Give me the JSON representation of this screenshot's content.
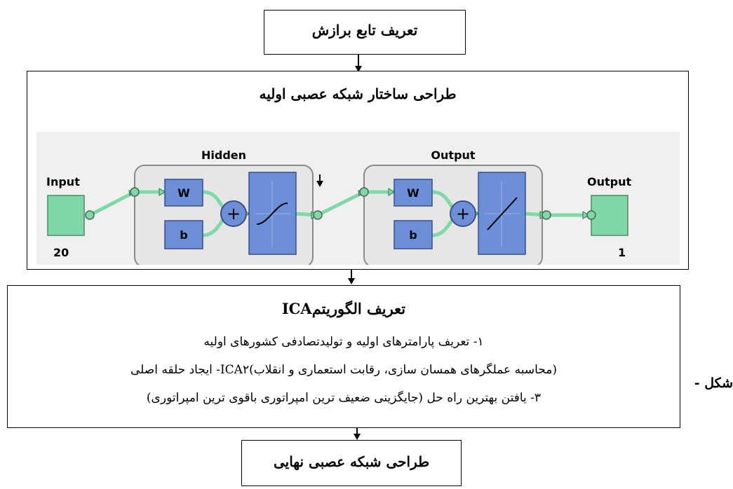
{
  "boxes": {
    "fitness": {
      "title": "تعریف تابع برازش"
    },
    "initial_nn": {
      "title": "طراحی ساختار شبکه عصبی اولیه"
    },
    "ica": {
      "title": "تعریف الگوریتمICA",
      "lines": [
        "۱- تعریف پارامترهای اولیه و تولیدتصادفی کشورهای اولیه",
        "(محاسبه عملگرهای همسان سازی، رقابت استعماری و انقلاب)ICA۲- ایجاد حلقه اصلی",
        "۳- یافتن بهترین راه حل (جایگزینی ضعیف ترین امپراتوری باقوی ترین امپراتوری)"
      ]
    },
    "final_nn": {
      "title": "طراحی شبکه عصبی نهایی"
    }
  },
  "network": {
    "input_label": "Input",
    "input_size": "20",
    "hidden_label": "Hidden",
    "output_layer_label": "Output",
    "output_label": "Output",
    "output_size": "1",
    "weight_symbol": "W",
    "bias_symbol": "b",
    "sum_symbol": "+"
  },
  "side_label": "شکل -",
  "colors": {
    "node_fill": "#7fd8a6",
    "block_fill": "#6c8fd8",
    "panel_bg": "#f0f0f0"
  }
}
